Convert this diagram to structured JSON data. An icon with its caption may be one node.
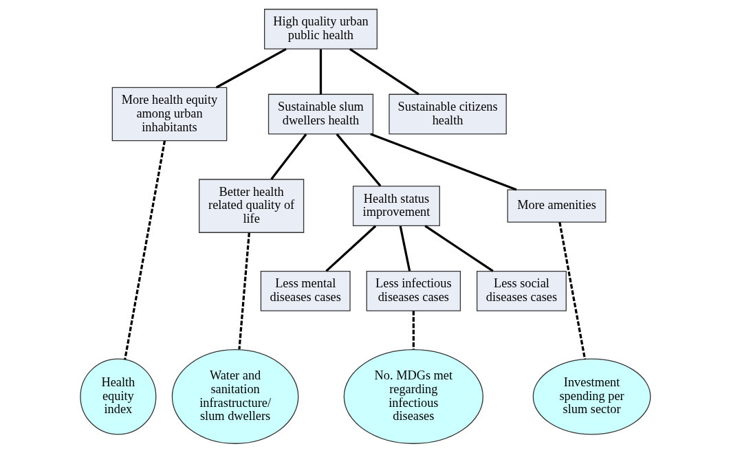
{
  "diagram": {
    "nodes": [
      {
        "text": [
          "High quality urban public health"
        ]
      },
      {
        "text": [
          "More health equity among urban inhabitants"
        ]
      },
      {
        "text": [
          "Sustainable slum dwellers health"
        ]
      },
      {
        "text": [
          "Sustainable citizens health"
        ]
      },
      {
        "text": [
          "Better health related quality of life"
        ]
      },
      {
        "text": [
          "Health status improvement"
        ]
      },
      {
        "text": [
          "More amenities"
        ]
      },
      {
        "text": [
          "Less mental diseases cases"
        ]
      },
      {
        "text": [
          "Less infectious diseases cases"
        ]
      },
      {
        "text": [
          "Less social diseases cases"
        ]
      },
      {
        "text": [
          "Health equity index"
        ]
      },
      {
        "text": [
          "Water and sanitation infrastructure/ slum dwellers"
        ]
      },
      {
        "text": [
          "No. MDGs met regarding infectious diseases"
        ]
      },
      {
        "text": [
          "Investment spending per slum sector"
        ]
      }
    ],
    "edges": [
      {
        "from": 0,
        "to": 1,
        "arrow": "none"
      },
      {
        "from": 0,
        "to": 2,
        "arrow": "none"
      },
      {
        "from": 0,
        "to": 3,
        "arrow": "none"
      },
      {
        "from": 2,
        "to": 4,
        "arrow": "none"
      },
      {
        "from": 2,
        "to": 5,
        "arrow": "none"
      },
      {
        "from": 2,
        "to": 6,
        "arrow": "none"
      },
      {
        "from": 5,
        "to": 7,
        "arrow": "none"
      },
      {
        "from": 5,
        "to": 8,
        "arrow": "none"
      },
      {
        "from": 5,
        "to": 9,
        "arrow": "none"
      },
      {
        "from": 1,
        "to": 10,
        "arrow": "none",
        "style": "dashed"
      },
      {
        "from": 4,
        "to": 11,
        "arrow": "none",
        "style": "dashed"
      },
      {
        "from": 8,
        "to": 12,
        "arrow": "none",
        "style": "dashed"
      },
      {
        "from": 6,
        "to": 13,
        "arrow": "none",
        "style": "dashed"
      }
    ]
  }
}
